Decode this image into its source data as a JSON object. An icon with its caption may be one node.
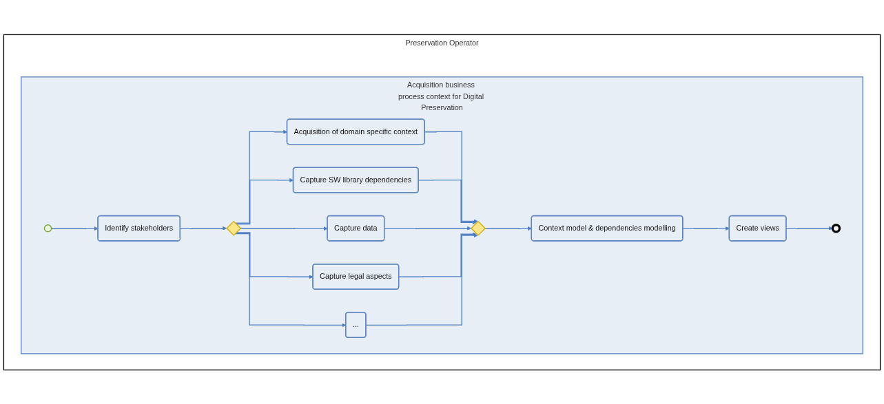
{
  "diagram": {
    "nodes": [
      {
        "text": [
          "Preservation Operator"
        ]
      },
      {
        "text": [
          "Acquisition business process context for Digital Preservation"
        ],
        "in": 0
      },
      {
        "text": [],
        "shape": "circle",
        "in": 1
      },
      {
        "text": [
          "Identify stakeholders"
        ],
        "in": 1
      },
      {
        "text": [],
        "shape": "diamond",
        "in": 1
      },
      {
        "text": [
          "Acquisition of domain specific context"
        ],
        "in": 1
      },
      {
        "text": [
          "Capture SW library dependencies"
        ],
        "in": 1
      },
      {
        "text": [
          "Capture data"
        ],
        "in": 1
      },
      {
        "text": [
          "Capture legal aspects"
        ],
        "in": 1
      },
      {
        "text": [
          "..."
        ],
        "in": 1
      },
      {
        "text": [],
        "shape": "diamond",
        "in": 1
      },
      {
        "text": [
          "Context model & dependencies modelling"
        ],
        "in": 1
      },
      {
        "text": [
          "Create views"
        ],
        "in": 1
      },
      {
        "text": [],
        "shape": "circle",
        "in": 1
      }
    ],
    "edges": [
      {
        "from": 2,
        "to": 3,
        "arrow": "to"
      },
      {
        "from": 3,
        "to": 4,
        "arrow": "to"
      },
      {
        "from": 4,
        "to": 5,
        "arrow": "to"
      },
      {
        "from": 4,
        "to": 6,
        "arrow": "to"
      },
      {
        "from": 4,
        "to": 7,
        "arrow": "to"
      },
      {
        "from": 4,
        "to": 8,
        "arrow": "to"
      },
      {
        "from": 4,
        "to": 9,
        "arrow": "to"
      },
      {
        "from": 5,
        "to": 10,
        "arrow": "to"
      },
      {
        "from": 6,
        "to": 10,
        "arrow": "to"
      },
      {
        "from": 7,
        "to": 10,
        "arrow": "to"
      },
      {
        "from": 8,
        "to": 10,
        "arrow": "to"
      },
      {
        "from": 9,
        "to": 10,
        "arrow": "to"
      },
      {
        "from": 10,
        "to": 11,
        "arrow": "to"
      },
      {
        "from": 11,
        "to": 12,
        "arrow": "to"
      },
      {
        "from": 12,
        "to": 13,
        "arrow": "to"
      }
    ]
  }
}
